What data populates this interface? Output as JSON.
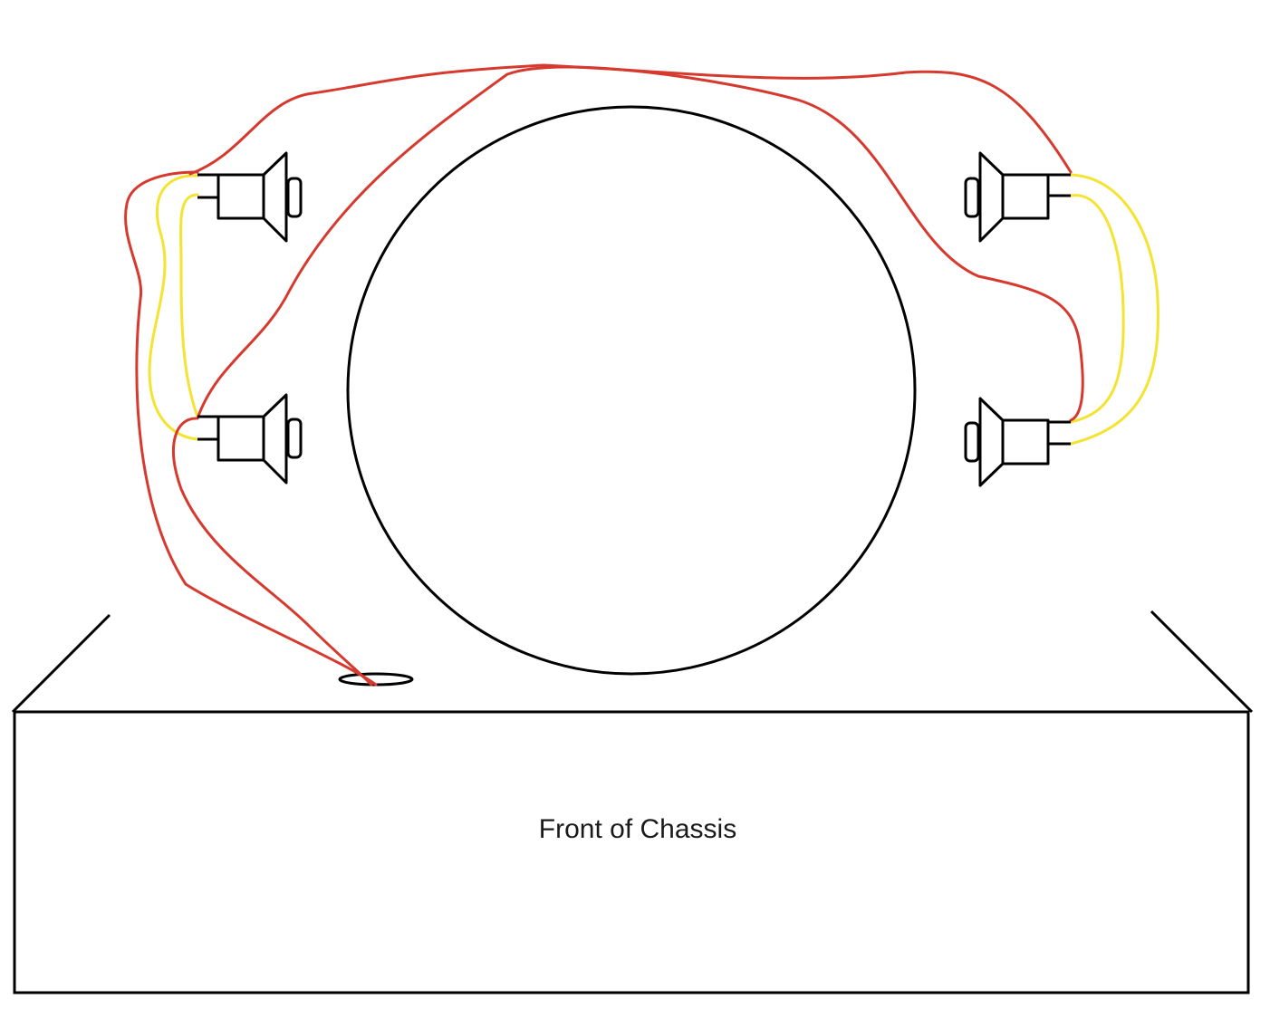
{
  "chassis": {
    "label": "Front of Chassis"
  },
  "colors": {
    "outline": "#000000",
    "speaker_wire_red": "#d63a2f",
    "speaker_wire_yellow": "#f5e332"
  },
  "components": {
    "speaker_count": 4,
    "speaker_icon": "speaker-icon",
    "center_element": "circle"
  }
}
